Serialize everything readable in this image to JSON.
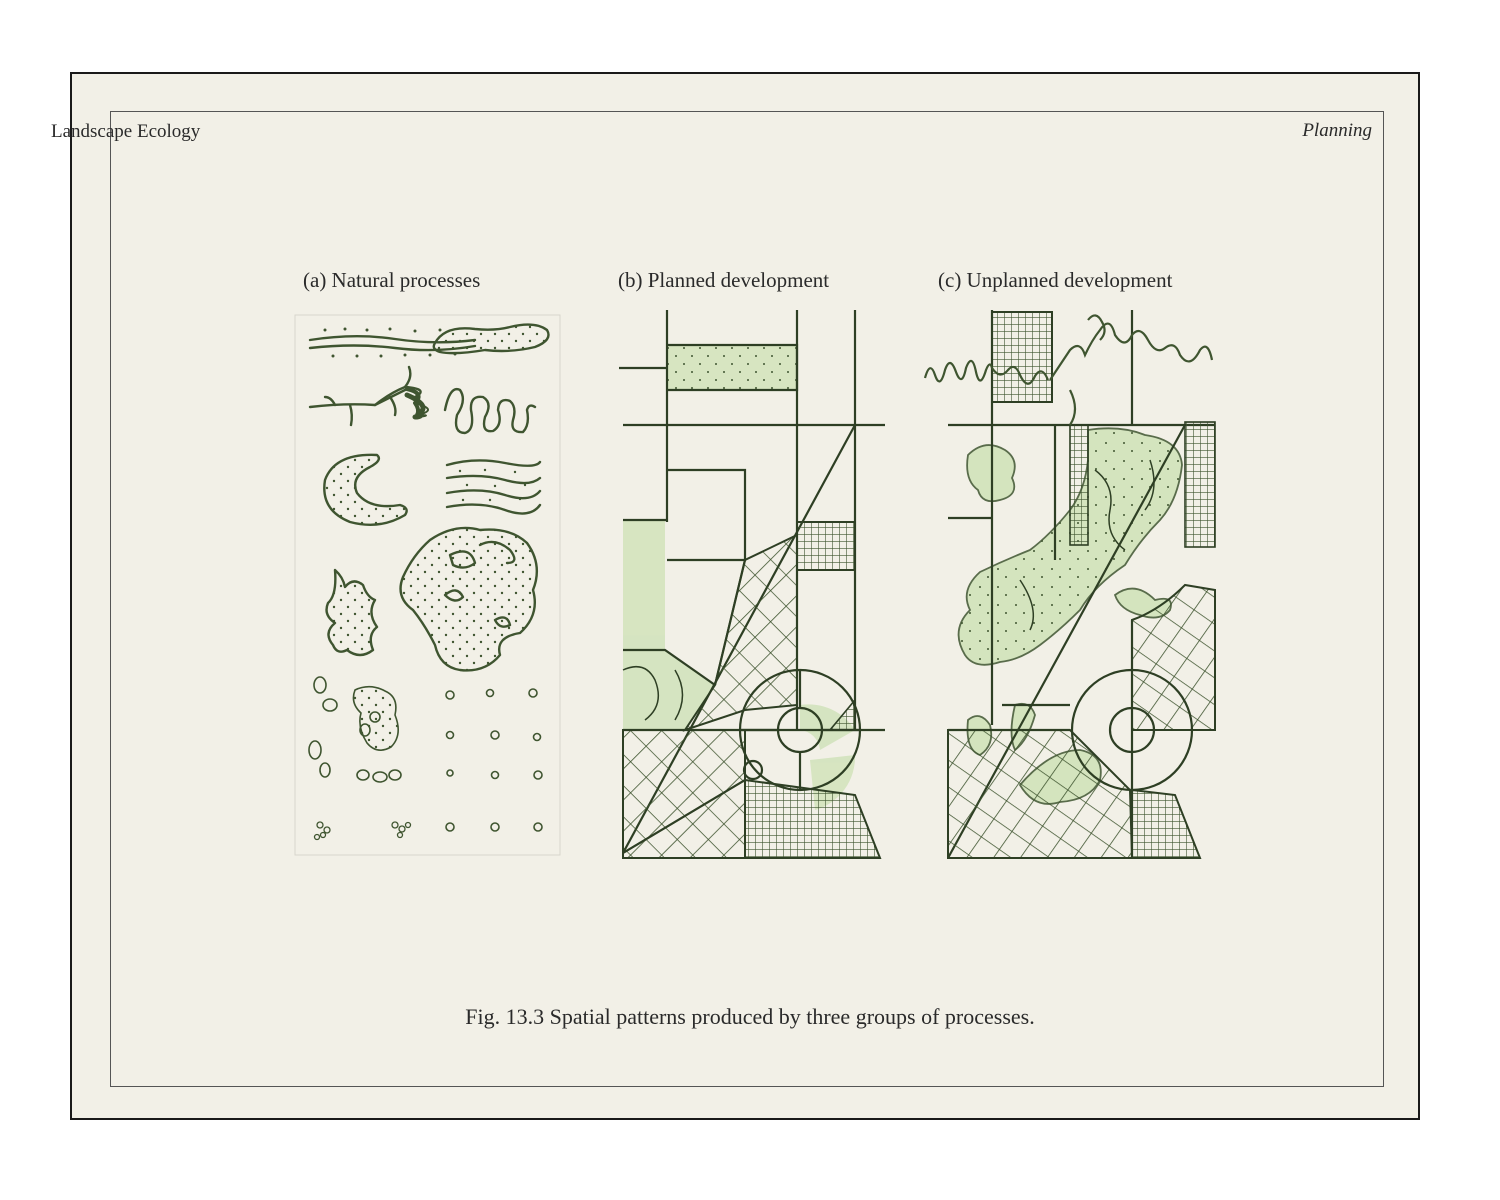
{
  "header": {
    "left": "Landscape Ecology",
    "right": "Planning"
  },
  "panels": [
    {
      "title": "(a) Natural processes"
    },
    {
      "title": "(b) Planned development"
    },
    {
      "title": "(c) Unplanned development"
    }
  ],
  "caption": "Fig. 13.3   Spatial patterns produced by three groups of processes.",
  "colors": {
    "ink": "#3f5530",
    "wash": "#cfe2b8",
    "paper": "#f2f0e7",
    "frame": "#1a1a1a"
  }
}
